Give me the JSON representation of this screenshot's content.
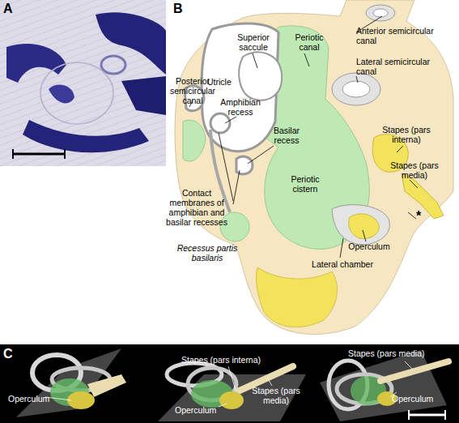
{
  "diagram": {
    "labels": [
      "A",
      "B",
      "Anterior semicircular canal",
      "Superior saccule",
      "Periotic canal",
      "Lateral semicircular canal",
      "Posterior semicircular canal",
      "Utricle",
      "Amphibian recess",
      "Basilar recess",
      "Stapes (pars interna)",
      "Stapes (pars media)",
      "Periotic cistern",
      "Contact membranes of amphibian and basilar recesses",
      "Recessus partis basilaris",
      "Lateral chamber",
      "Operculum",
      "*",
      "C",
      "Operculum",
      "Stapes (pars interna)",
      "Stapes (pars media)",
      "Operculum",
      "Stapes (pars media)",
      "Operculum"
    ]
  }
}
